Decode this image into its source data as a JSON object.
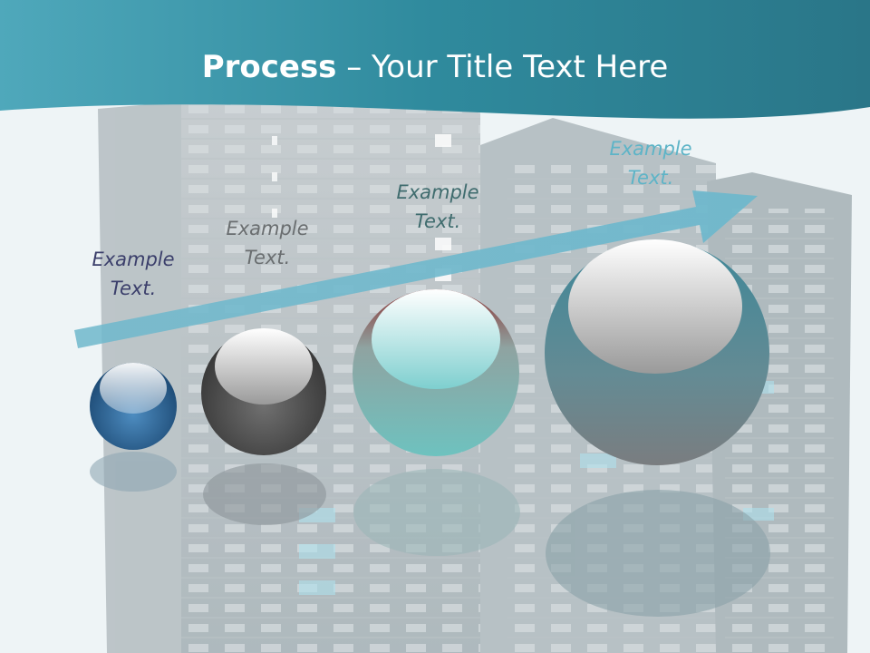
{
  "slide": {
    "title_bold": "Process",
    "title_rest": " – Your Title Text Here",
    "colors": {
      "header": "#2f8a9d",
      "arrow": "#6fb8cc",
      "background": "#eef4f6"
    },
    "steps": [
      {
        "label_line1": "Example",
        "label_line2": "Text.",
        "sphere_color": "#2c5f8f",
        "label_color": "#3b3f6b"
      },
      {
        "label_line1": "Example",
        "label_line2": "Text.",
        "sphere_color": "#4a4a4a",
        "label_color": "#6a6e70"
      },
      {
        "label_line1": "Example",
        "label_line2": "Text.",
        "sphere_color": "#6fb5b3",
        "label_color": "#3f6c6e"
      },
      {
        "label_line1": "Example",
        "label_line2": "Text.",
        "sphere_color": "#4f8a96",
        "label_color": "#5db4c7"
      }
    ]
  }
}
